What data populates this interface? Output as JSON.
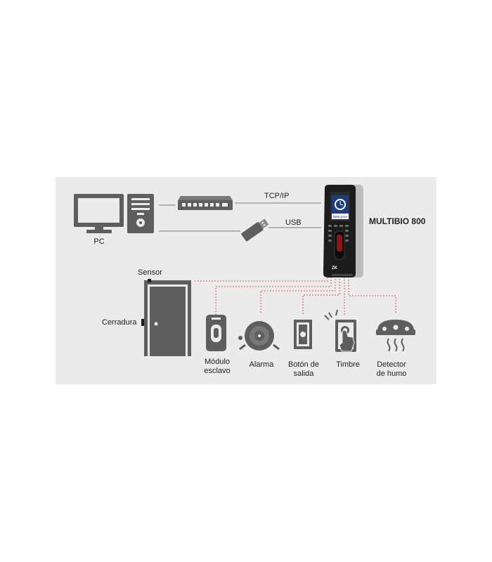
{
  "diagram": {
    "device_name": "MULTIBIO 800",
    "pc_label": "PC",
    "tcpip_label": "TCP/IP",
    "usb_label": "USB",
    "sensor_label": "Sensor",
    "lock_label": "Cerradura",
    "devices": [
      {
        "line1": "Módulo",
        "line2": "esclavo"
      },
      {
        "line1": "Alarma",
        "line2": ""
      },
      {
        "line1": "Botón de",
        "line2": "salida"
      },
      {
        "line1": "Timbre",
        "line2": ""
      },
      {
        "line1": "Detector",
        "line2": "de humo"
      }
    ],
    "screen_caption": "Welcome",
    "brand_text": "ZK",
    "colors": {
      "panel": "#ebebeb",
      "device_gray": "#5e5e5e",
      "wire_red": "#d45a5a",
      "wire_gray": "#7a7a7a"
    }
  }
}
